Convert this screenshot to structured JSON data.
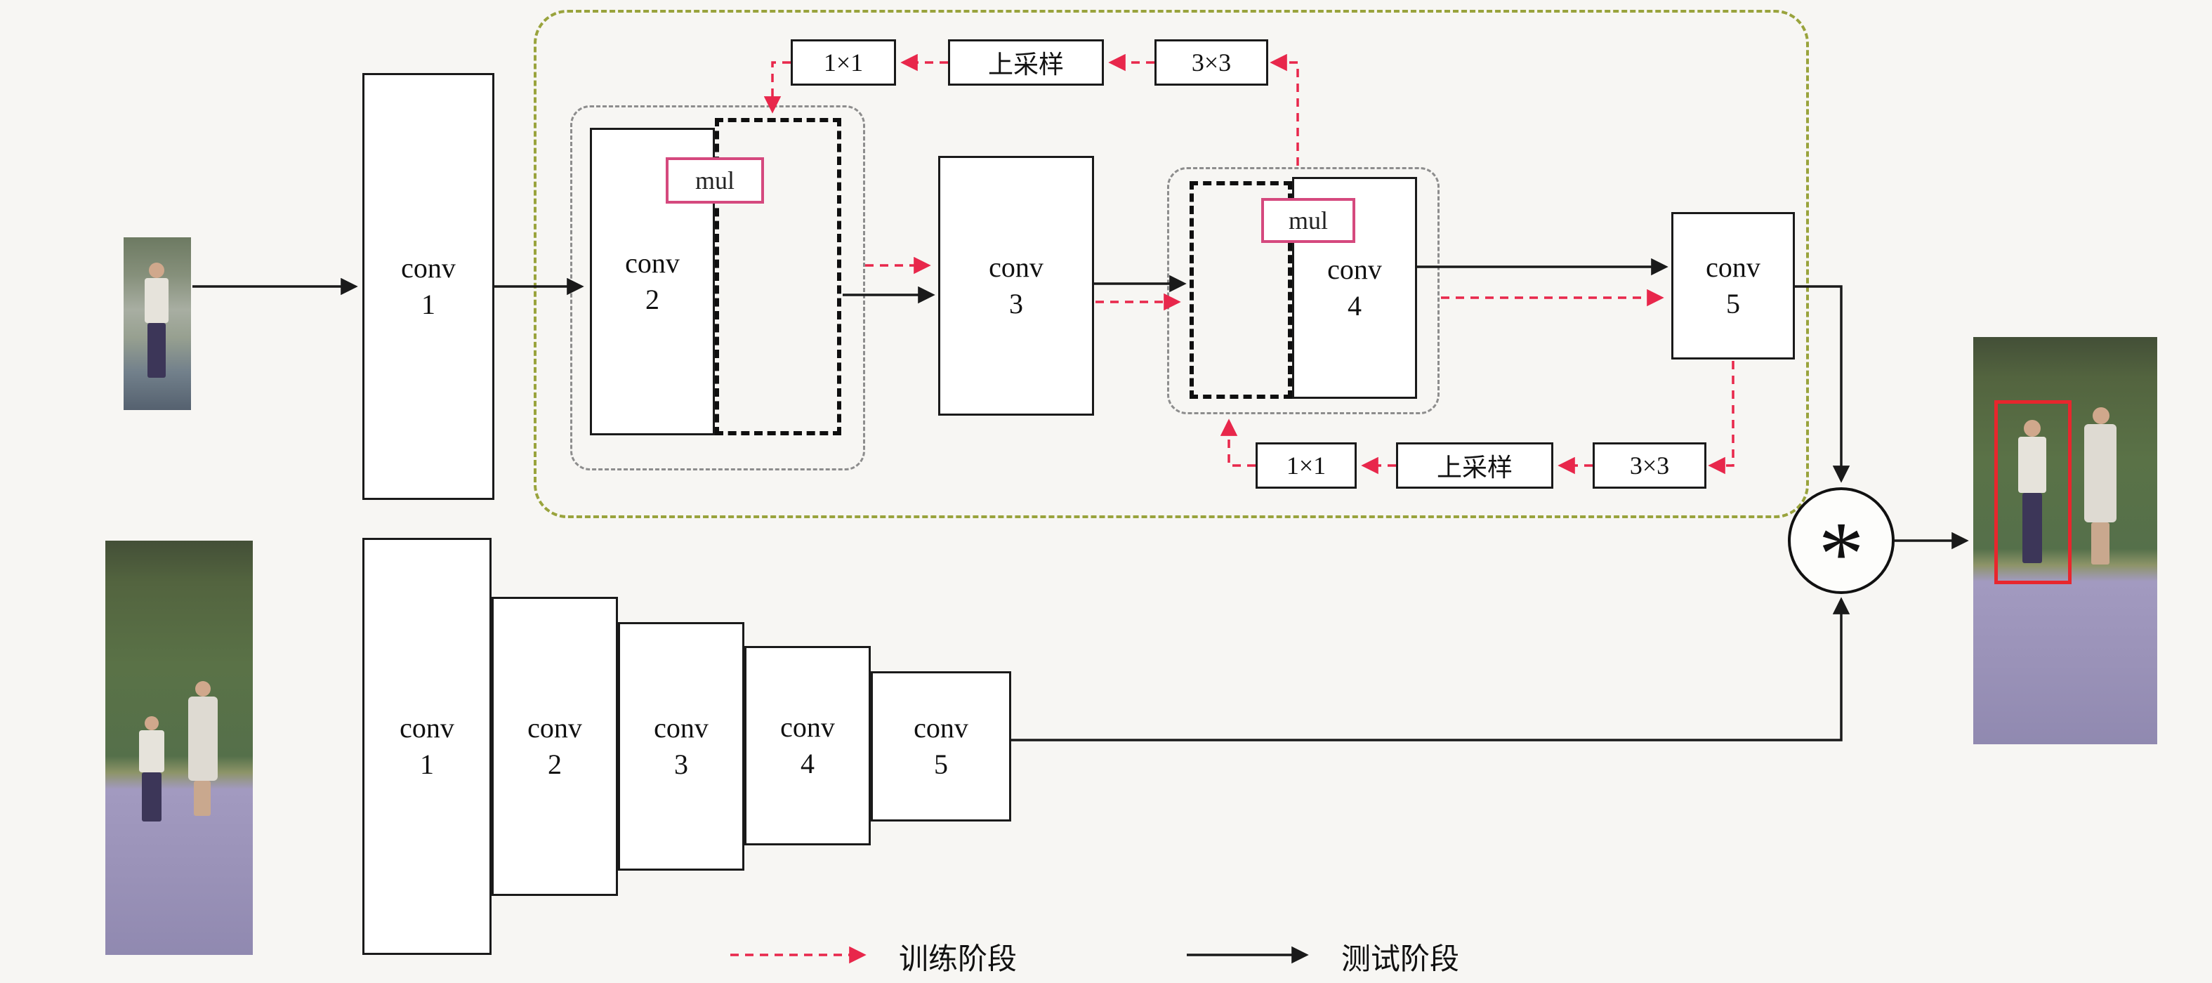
{
  "colors": {
    "background": "#f7f6f3",
    "box_border": "#1a1a1a",
    "train_arrow_red": "#e8274b",
    "test_arrow_black": "#1a1a1a",
    "mul_border_pink": "#d5497e",
    "outer_region_olive": "#99a33c",
    "inner_region_gray": "#8d8d8d",
    "tracking_bbox_red": "#e8262d"
  },
  "template_branch": {
    "conv1": "conv\n1",
    "conv2": "conv\n2",
    "conv3": "conv\n3",
    "conv4": "conv\n4",
    "conv5": "conv\n5",
    "mul_conv2": "mul",
    "mul_conv4": "mul"
  },
  "attention_top_chain": {
    "conv_1x1": "1×1",
    "upsample": "上采样",
    "conv_3x3": "3×3"
  },
  "attention_bottom_chain": {
    "conv_1x1": "1×1",
    "upsample": "上采样",
    "conv_3x3": "3×3"
  },
  "search_branch": {
    "conv1": "conv\n1",
    "conv2": "conv\n2",
    "conv3": "conv\n3",
    "conv4": "conv\n4",
    "conv5": "conv\n5"
  },
  "correlation_symbol": "*",
  "legend": {
    "train_label": "训练阶段",
    "test_label": "测试阶段"
  }
}
